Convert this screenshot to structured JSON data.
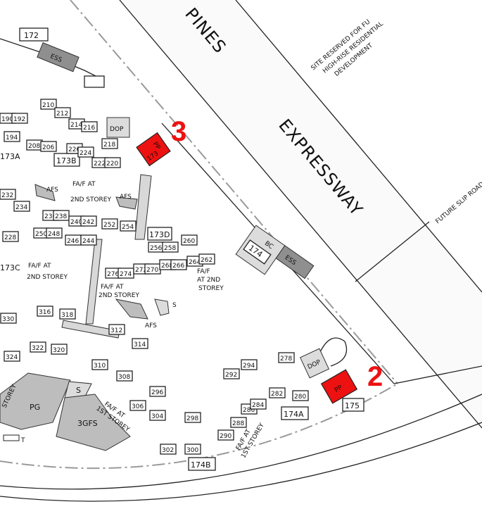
{
  "roads": {
    "expressway": "EXPRESSWAY",
    "street_partial": "PINES",
    "future_slip_road": "FUTURE SLIP ROAD",
    "reserved_site": [
      "SITE RESERVED FOR FU",
      "HIGH-RISE RESIDENTIAL",
      "DEVELOPMENT"
    ]
  },
  "markers": {
    "marker_3": "3",
    "marker_2": "2"
  },
  "colors": {
    "highlight": "#ee1111",
    "facility_grey": "#bdbdbd",
    "ess_grey": "#8f8f8f"
  },
  "blocks": {
    "b172": "172",
    "b173a": "173A",
    "b173b": "173B",
    "b173c": "173C",
    "b173d": "173D",
    "b174": "174",
    "b174a": "174A",
    "b174b": "174B",
    "b175": "175",
    "b173_pp": "173"
  },
  "facilities": {
    "ess": "ESS",
    "dop": "DOP",
    "pp": "PP",
    "bc": "BC",
    "afs": "AFS",
    "s": "S",
    "pg": "PG",
    "gfs3": "3GFS",
    "t": "T"
  },
  "notes": {
    "fa2_line1": "FA/F AT",
    "fa2_line2": "2ND STOREY",
    "fa2b_line1": "FA/F",
    "fa2b_line2": "AT 2ND",
    "fa2b_line3": "STOREY",
    "fa1_line1": "FA/F AT",
    "fa1_line2": "1ST STOREY",
    "storey": "STOREY"
  },
  "units": [
    "190",
    "192",
    "194",
    "208",
    "206",
    "210",
    "212",
    "214",
    "216",
    "218",
    "226",
    "224",
    "222",
    "220",
    "232",
    "234",
    "228",
    "236",
    "238",
    "240",
    "242",
    "250",
    "248",
    "246",
    "244",
    "252",
    "254",
    "256",
    "258",
    "260",
    "276",
    "274",
    "272",
    "270",
    "268",
    "266",
    "264",
    "262",
    "316",
    "318",
    "330",
    "322",
    "320",
    "324",
    "312",
    "314",
    "310",
    "308",
    "296",
    "306",
    "304",
    "298",
    "302",
    "300",
    "292",
    "294",
    "290",
    "288",
    "286",
    "284",
    "278",
    "282",
    "280"
  ]
}
